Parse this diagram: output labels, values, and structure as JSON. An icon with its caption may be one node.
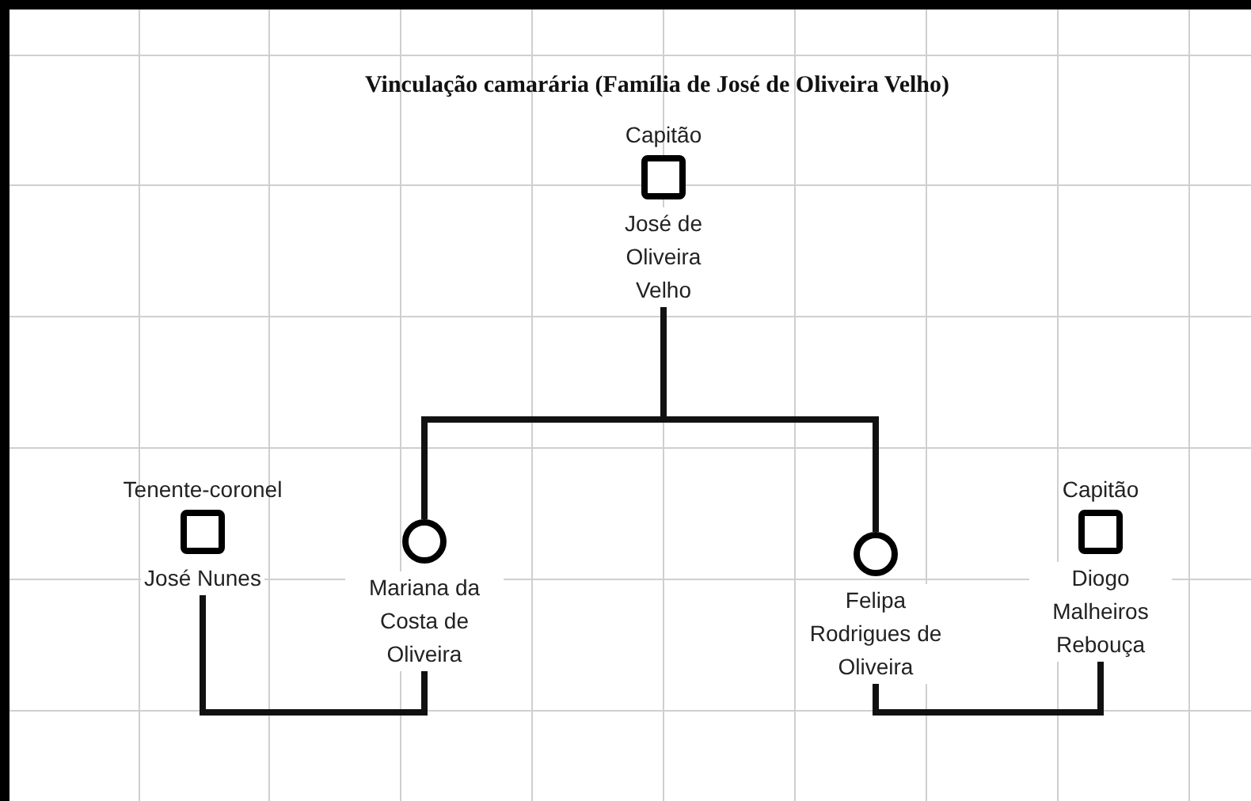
{
  "diagram": {
    "title": "Vinculação camarária (Família de José de Oliveira Velho)",
    "nodes": [
      {
        "text": [
          "Capitão",
          "José de Oliveira Velho"
        ]
      },
      {
        "text": [
          "Tenente-coronel",
          "José Nunes"
        ]
      },
      {
        "text": [
          "Mariana da Costa de Oliveira"
        ]
      },
      {
        "text": [
          "Felipa Rodrigues de Oliveira"
        ]
      },
      {
        "text": [
          "Capitão",
          "Diogo Malheiros Rebouça"
        ]
      }
    ],
    "edges": [
      {
        "from": 0,
        "to": 2,
        "arrow": "none"
      },
      {
        "from": 0,
        "to": 3,
        "arrow": "none"
      },
      {
        "from": 1,
        "to": 2,
        "arrow": "none"
      },
      {
        "from": 3,
        "to": 4,
        "arrow": "none"
      }
    ]
  }
}
